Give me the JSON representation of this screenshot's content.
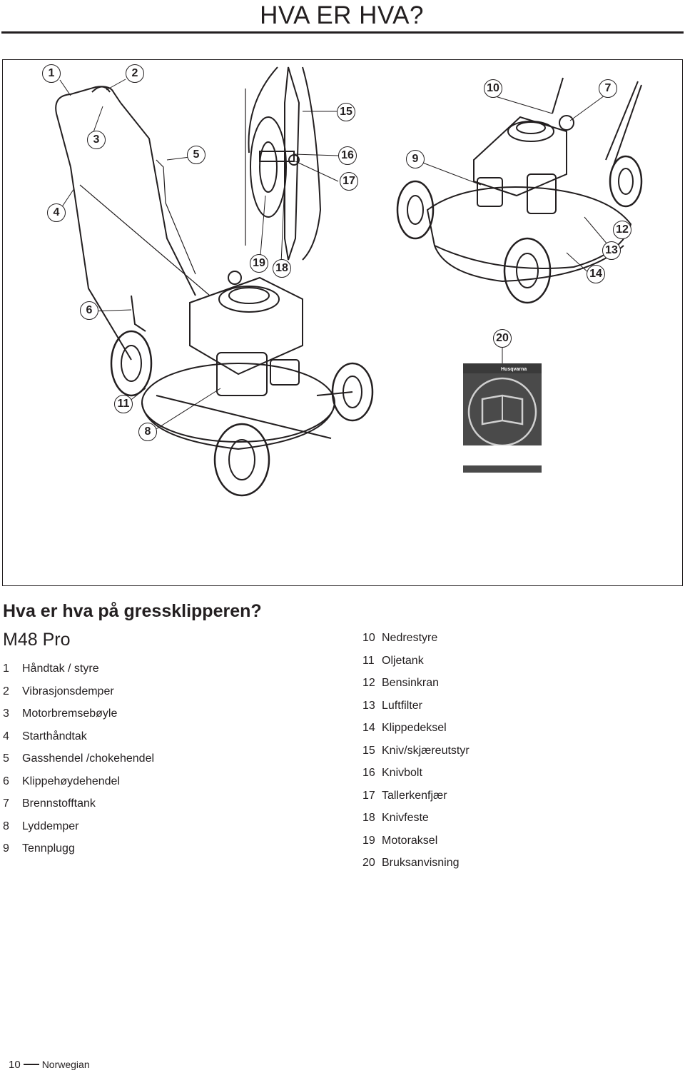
{
  "header": {
    "title": "HVA ER HVA?"
  },
  "figure": {
    "callouts": [
      "1",
      "2",
      "3",
      "4",
      "5",
      "6",
      "7",
      "8",
      "9",
      "10",
      "11",
      "12",
      "13",
      "14",
      "15",
      "16",
      "17",
      "18",
      "19",
      "20"
    ],
    "manual_brand": "Husqvarna"
  },
  "section": {
    "title": "Hva er hva på gressklipperen?",
    "model": "M48 Pro"
  },
  "parts": [
    {
      "num": "1",
      "name": "Håndtak / styre"
    },
    {
      "num": "2",
      "name": "Vibrasjonsdemper"
    },
    {
      "num": "3",
      "name": "Motorbremsebøyle"
    },
    {
      "num": "4",
      "name": "Starthåndtak"
    },
    {
      "num": "5",
      "name": "Gasshendel /chokehendel"
    },
    {
      "num": "6",
      "name": "Klippehøydehendel"
    },
    {
      "num": "7",
      "name": "Brennstofftank"
    },
    {
      "num": "8",
      "name": "Lyddemper"
    },
    {
      "num": "9",
      "name": "Tennplugg"
    },
    {
      "num": "10",
      "name": "Nedrestyre"
    },
    {
      "num": "11",
      "name": "Oljetank"
    },
    {
      "num": "12",
      "name": "Bensinkran"
    },
    {
      "num": "13",
      "name": "Luftfilter"
    },
    {
      "num": "14",
      "name": "Klippedeksel"
    },
    {
      "num": "15",
      "name": "Kniv/skjæreutstyr"
    },
    {
      "num": "16",
      "name": "Knivbolt"
    },
    {
      "num": "17",
      "name": "Tallerkenfjær"
    },
    {
      "num": "18",
      "name": "Knivfeste"
    },
    {
      "num": "19",
      "name": "Motoraksel"
    },
    {
      "num": "20",
      "name": "Bruksanvisning"
    }
  ],
  "footer": {
    "page": "10",
    "language": "Norwegian"
  }
}
